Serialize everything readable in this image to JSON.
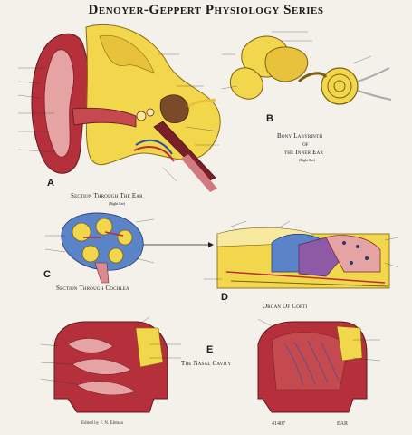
{
  "title": "Denoyer-Geppert Physiology Series",
  "figures": {
    "a": {
      "letter": "A",
      "caption": "Section Through The Ear",
      "sub": "(Right Ear)"
    },
    "b": {
      "letter": "B",
      "caption_line1": "Bony Labyrinth",
      "caption_line2": "of",
      "caption_line3": "the Inner Ear",
      "sub": "(Right Ear)"
    },
    "c": {
      "letter": "C",
      "caption": "Section Through Cochlea"
    },
    "d": {
      "letter": "D",
      "caption": "Organ Of Corti"
    },
    "e": {
      "letter": "E",
      "caption": "The Nasal Cavity"
    }
  },
  "footer": {
    "edited_by": "Edited by F. N. Eltman",
    "chart_number": "41407",
    "subject": "EAR"
  },
  "colors": {
    "background": "#f4f1ea",
    "bone": "#f2d64b",
    "tissue_red": "#b5303a",
    "dark_red": "#7a1f27",
    "pink": "#e6a3a3",
    "blue": "#5a83c8",
    "purple": "#8e5aa6"
  }
}
